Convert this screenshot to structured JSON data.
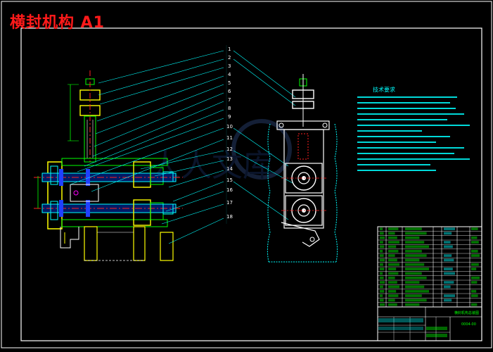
{
  "title": "横封机构 A1",
  "colors": {
    "background": "#000000",
    "frame": "#ffffff",
    "cyan": "#00ffff",
    "green": "#00ff00",
    "red": "#ff2020",
    "blue": "#2040ff",
    "yellow": "#ffff00",
    "magenta": "#ff00ff",
    "title_red": "#ff1a1a"
  },
  "balloon_labels": [
    "1",
    "2",
    "3",
    "4",
    "5",
    "6",
    "7",
    "8",
    "9",
    "10",
    "11",
    "12",
    "13",
    "14",
    "15",
    "16",
    "17",
    "18"
  ],
  "tech_requirements": {
    "heading": "技术要求"
  },
  "title_block": {
    "drawing_name": "横封机构总装图",
    "drawing_number": "0004-00"
  },
  "watermark": {
    "logo_text": "人人文库"
  }
}
